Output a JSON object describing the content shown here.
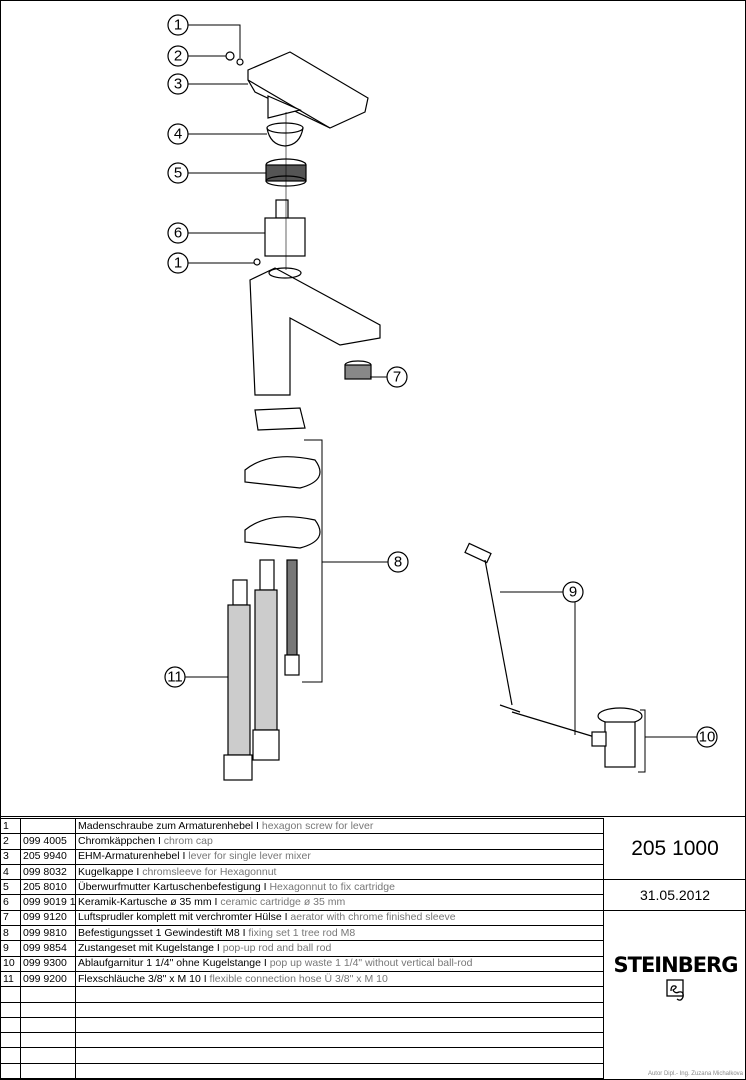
{
  "callouts": [
    "1",
    "2",
    "3",
    "4",
    "5",
    "6",
    "1",
    "7",
    "8",
    "9",
    "10",
    "11"
  ],
  "parts": [
    {
      "no": "1",
      "code": "",
      "de": "Madenschraube zum Armaturenhebel I ",
      "en": "hexagon screw for lever"
    },
    {
      "no": "2",
      "code": "099 4005",
      "de": "Chromkäppchen I ",
      "en": "chrom cap"
    },
    {
      "no": "3",
      "code": "205 9940",
      "de": "EHM-Armaturenhebel I ",
      "en": "lever for single lever mixer"
    },
    {
      "no": "4",
      "code": "099 8032",
      "de": "Kugelkappe I ",
      "en": "chromsleeve for Hexagonnut"
    },
    {
      "no": "5",
      "code": "205 8010",
      "de": "Überwurfmutter Kartuschenbefestigung I ",
      "en": "Hexagonnut to fix cartridge"
    },
    {
      "no": "6",
      "code": "099 9019 1",
      "de": "Keramik-Kartusche ø 35 mm I ",
      "en": "ceramic cartridge ø 35 mm"
    },
    {
      "no": "7",
      "code": "099 9120",
      "de": "Luftsprudler komplett mit verchromter Hülse I ",
      "en": "aerator with chrome finished sleeve"
    },
    {
      "no": "8",
      "code": "099 9810",
      "de": "Befestigungsset 1 Gewindestift M8 I ",
      "en": "fixing set 1 tree rod M8"
    },
    {
      "no": "9",
      "code": "099 9854",
      "de": "Zustangeset mit Kugelstange I ",
      "en": "pop-up rod and ball rod"
    },
    {
      "no": "10",
      "code": "099 9300",
      "de": "Ablaufgarnitur 1 1/4\" ohne Kugelstange I ",
      "en": "pop up waste 1 1/4\" without vertical ball-rod"
    },
    {
      "no": "11",
      "code": "099 9200",
      "de": "Flexschläuche  3/8\" x M 10 I ",
      "en": "flexible connection hose Ü 3/8\" x M 10"
    }
  ],
  "empty_rows": 6,
  "side": {
    "part_number": "205 1000",
    "date": "31.05.2012",
    "brand": "STEINBERG",
    "author": "Autor Dipl.- Ing. Zuzana Michalkova"
  }
}
